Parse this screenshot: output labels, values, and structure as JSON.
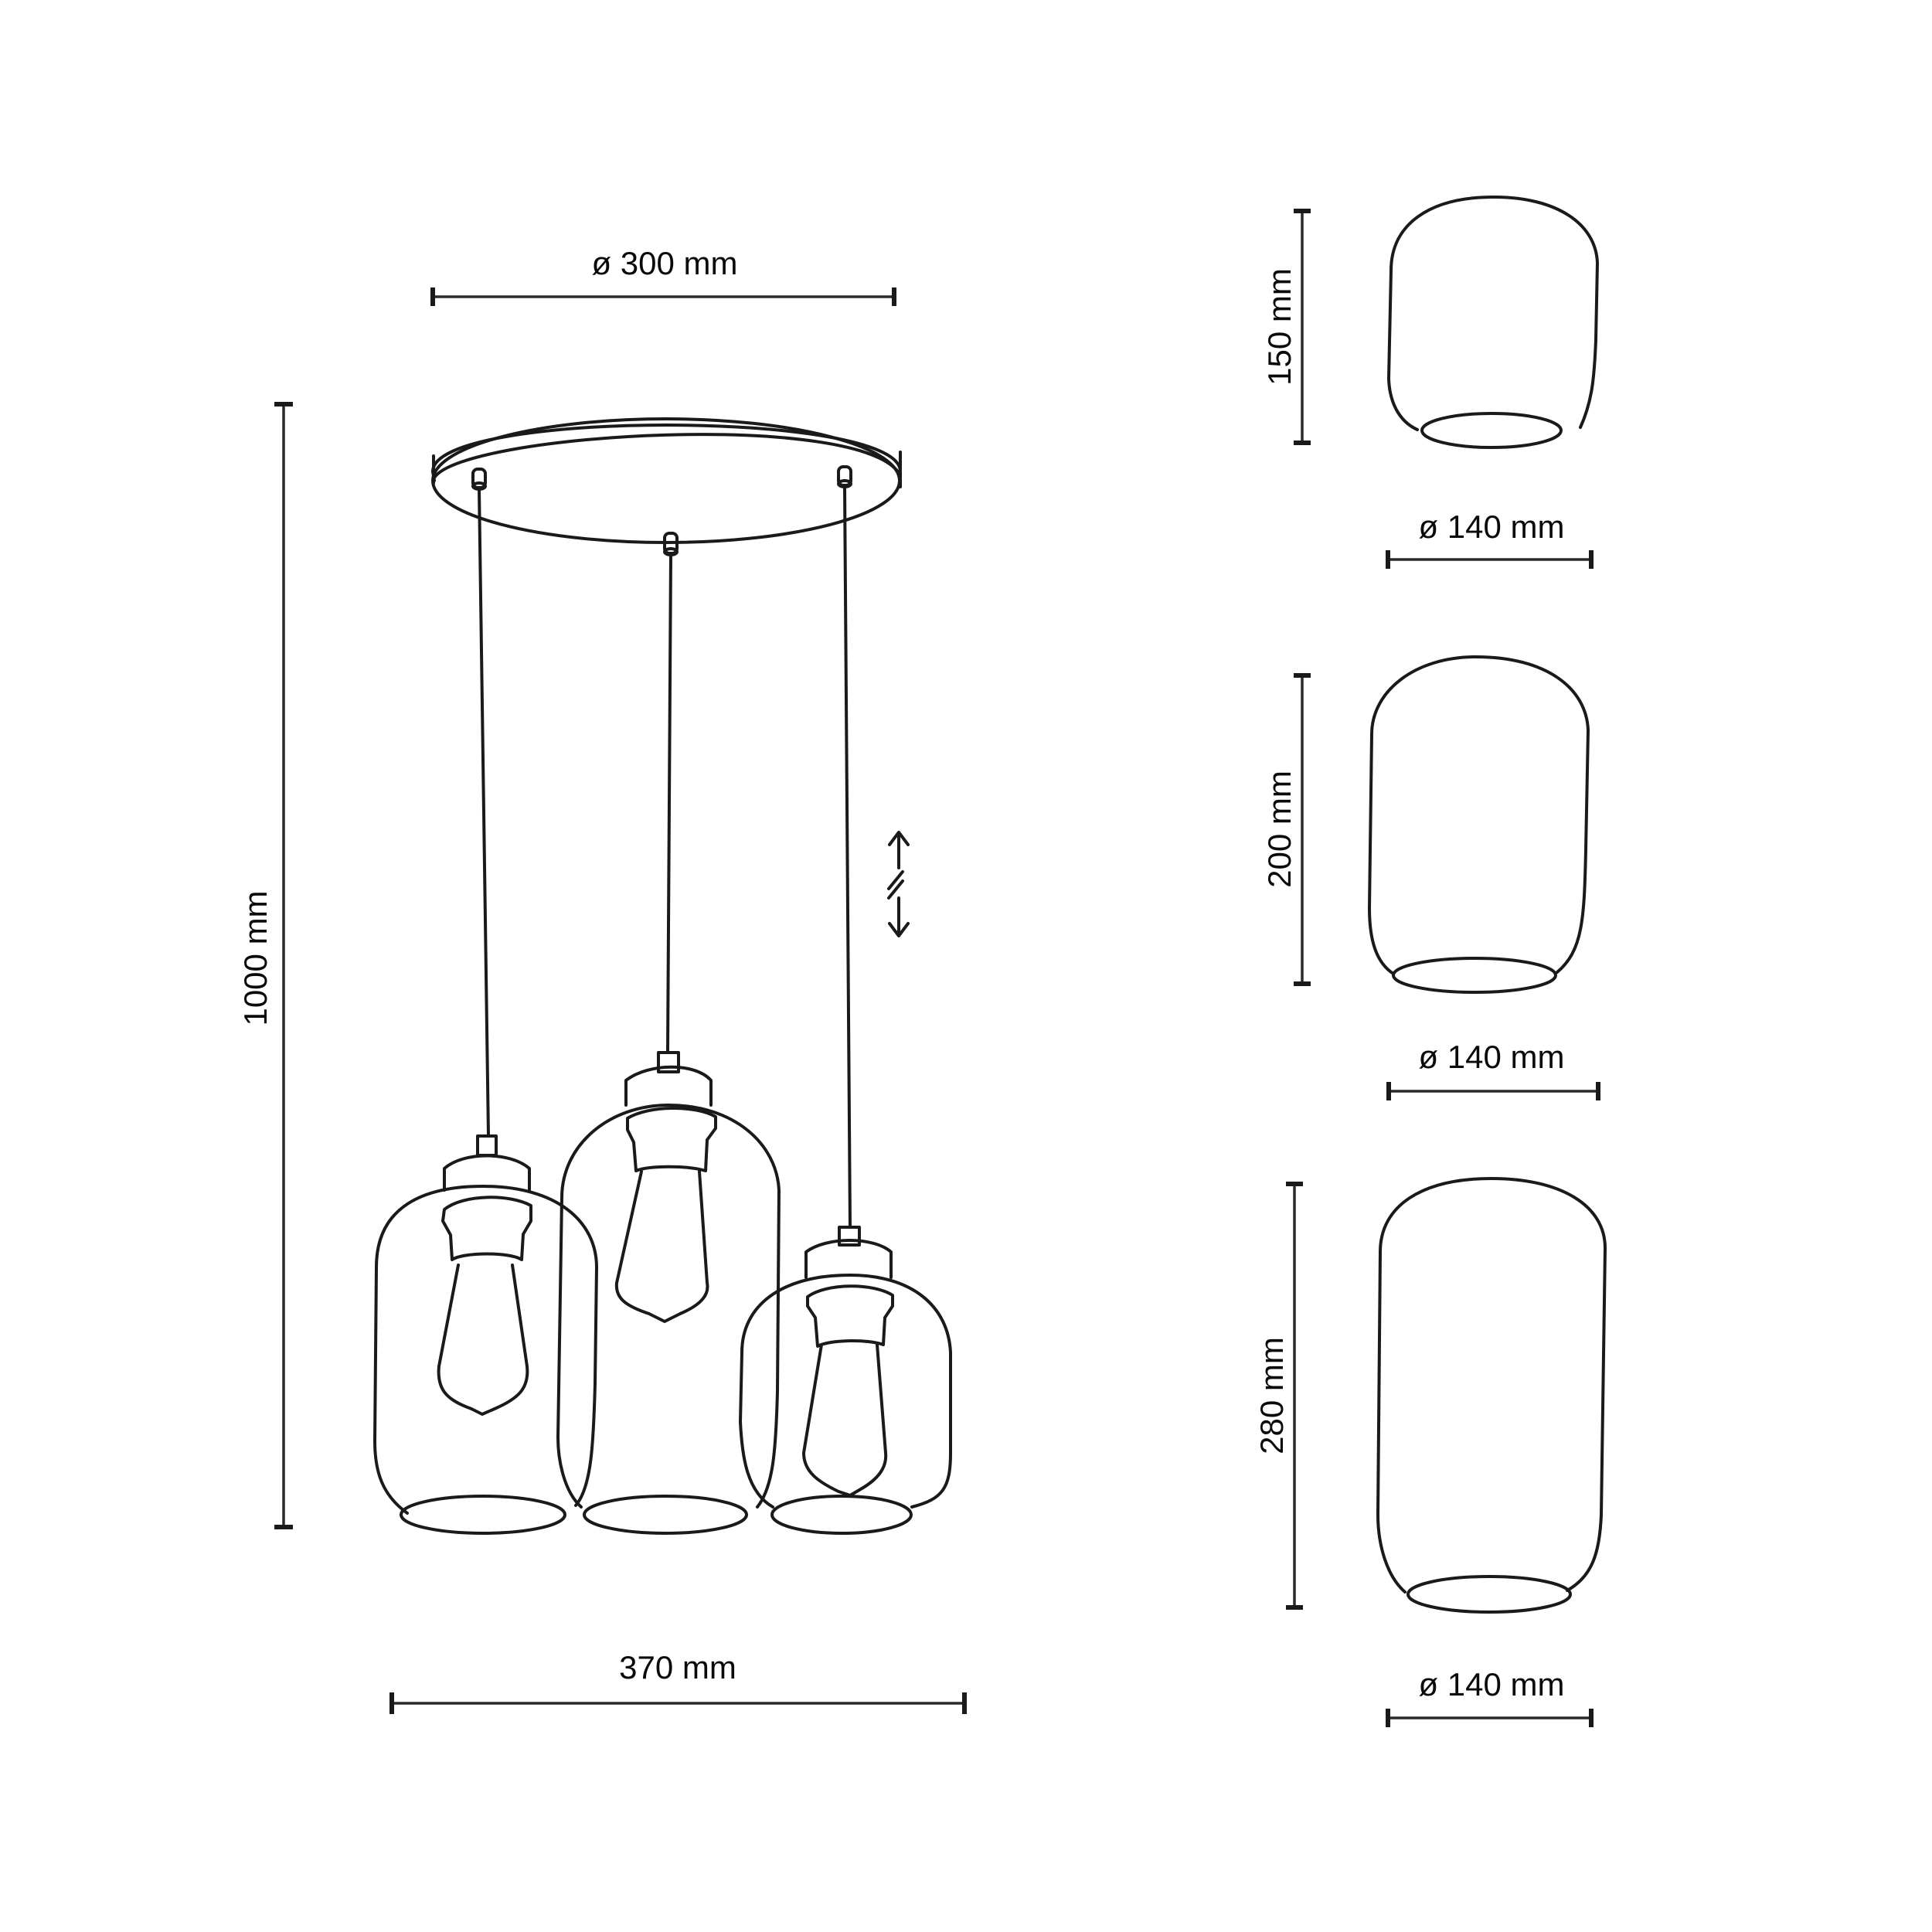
{
  "drawing": {
    "subject": "3-light pendant lamp with glass shades — dimension drawing",
    "stroke_color": "#1a1a1a",
    "background": "#ffffff"
  },
  "assembly": {
    "canopy_diameter_label": "ø 300 mm",
    "total_height_label": "1000 mm",
    "total_width_label": "370 mm",
    "adjustable_symbol": "adjustable-cable-length-arrows",
    "pendant_count": 3
  },
  "shades": [
    {
      "name": "short shade",
      "height_label": "150 mm",
      "diameter_label": "ø 140 mm"
    },
    {
      "name": "medium shade",
      "height_label": "200 mm",
      "diameter_label": "ø 140 mm"
    },
    {
      "name": "tall shade",
      "height_label": "280 mm",
      "diameter_label": "ø 140 mm"
    }
  ]
}
